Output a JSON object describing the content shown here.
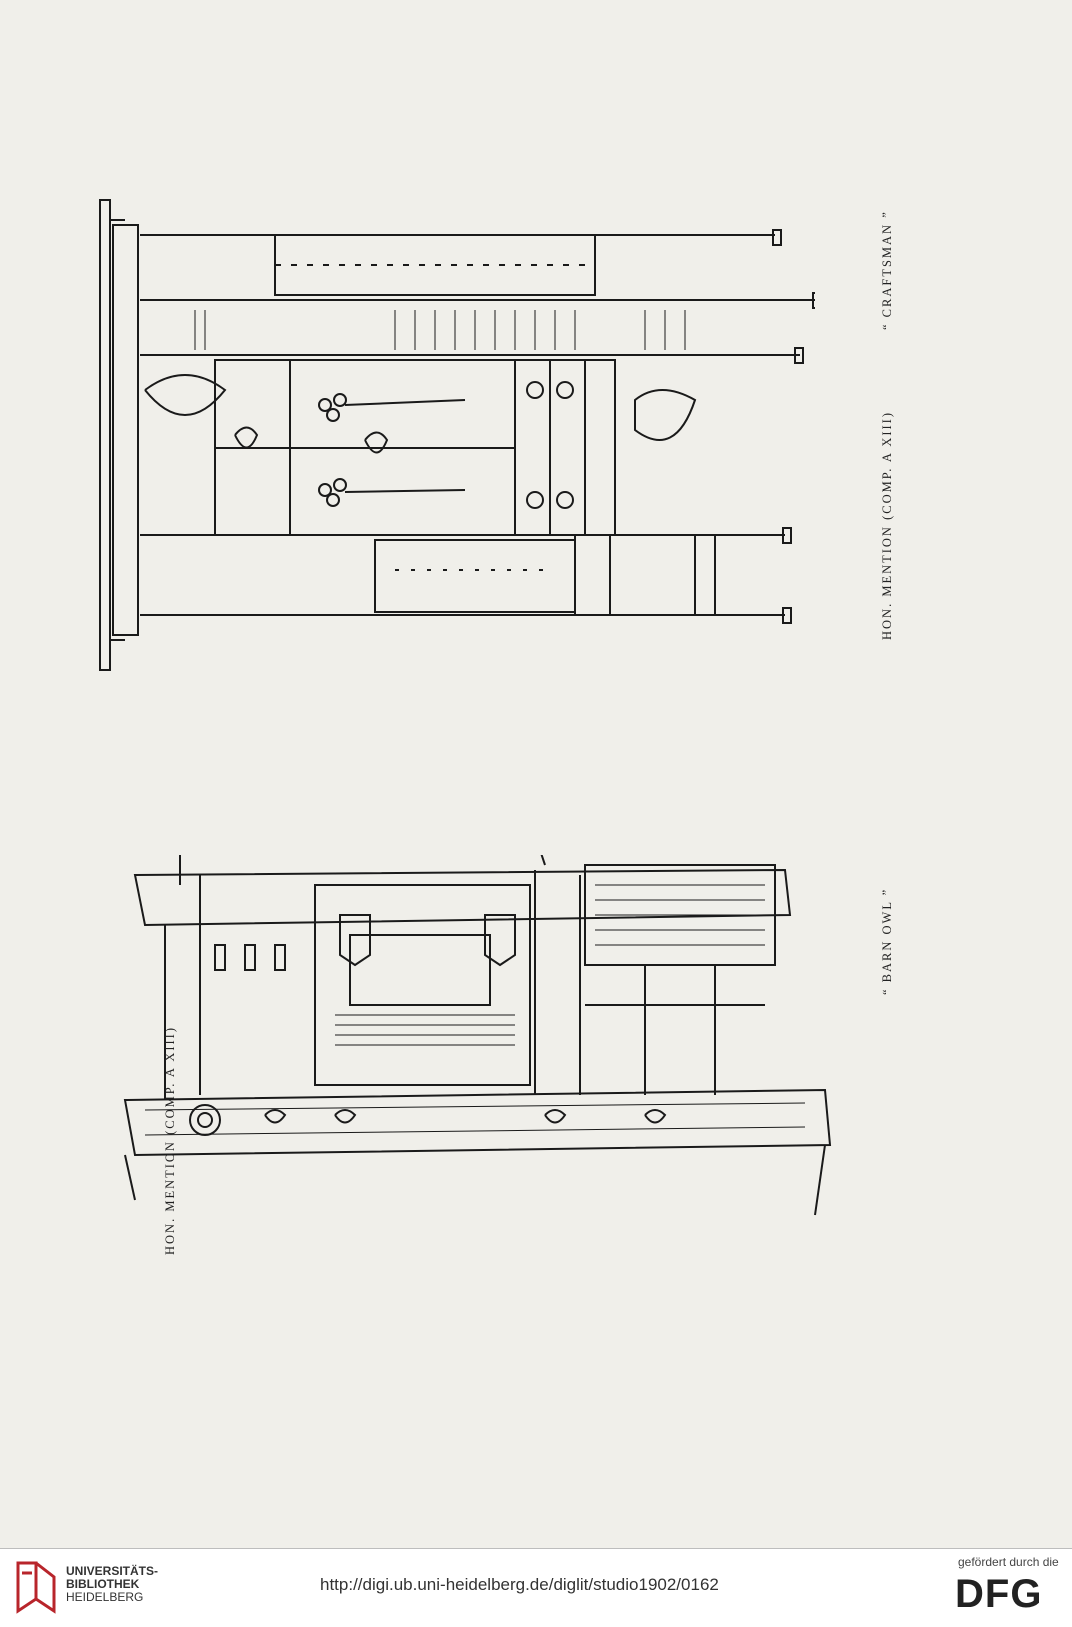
{
  "plates": {
    "top": {
      "caption_left": "HON. MENTION (COMP. A XIII)",
      "caption_right": "“ CRAFTSMAN ”"
    },
    "bottom": {
      "caption_left": "HON. MENTION (COMP. A XIII)",
      "caption_right": "“ BARN OWL ”"
    }
  },
  "footer": {
    "library_line1": "UNIVERSITÄTS-",
    "library_line2": "BIBLIOTHEK",
    "library_line3": "HEIDELBERG",
    "url": "http://digi.ub.uni-heidelberg.de/diglit/studio1902/0162",
    "funded_by": "gefördert durch die",
    "funder_logo": "DFG"
  },
  "colors": {
    "paper": "#f0efea",
    "ink": "#1a1a1a",
    "footer_bg": "#ffffff",
    "logo_red": "#b8252b"
  }
}
